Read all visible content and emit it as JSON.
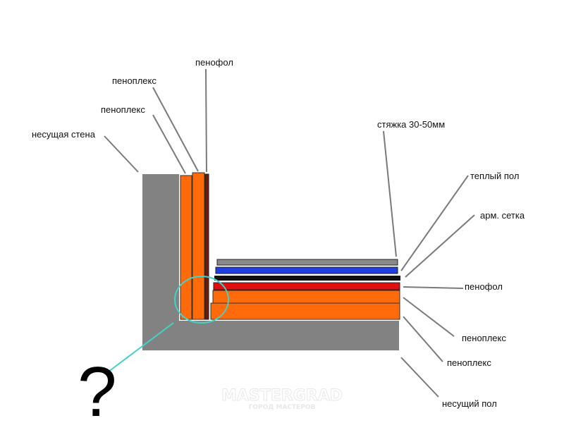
{
  "labels": {
    "penofol_top": "пенофол",
    "penoplex_1": "пеноплекс",
    "penoplex_2": "пеноплекс",
    "wall": "несущая стена",
    "screed": "стяжка 30-50мм",
    "warm_floor": "теплый пол",
    "mesh": "арм. сетка",
    "penofol_right": "пенофол",
    "penoplex_r1": "пеноплекс",
    "penoplex_r2": "пеноплекс",
    "floor": "несущий пол"
  },
  "question_mark": "?",
  "watermark": {
    "brand": "MASTERGRAD",
    "sub": "ГОРОД МАСТЕРОВ"
  },
  "colors": {
    "concrete": "#828282",
    "penoplex": "#ff6a0a",
    "penofol": "#e01010",
    "dark_foil": "#6b1a0a",
    "warm_floor": "#1f3fe0",
    "mesh": "#111111",
    "screed": "#8a8a8a",
    "highlight": "#40d4c8",
    "leader": "#7a7a7a"
  }
}
